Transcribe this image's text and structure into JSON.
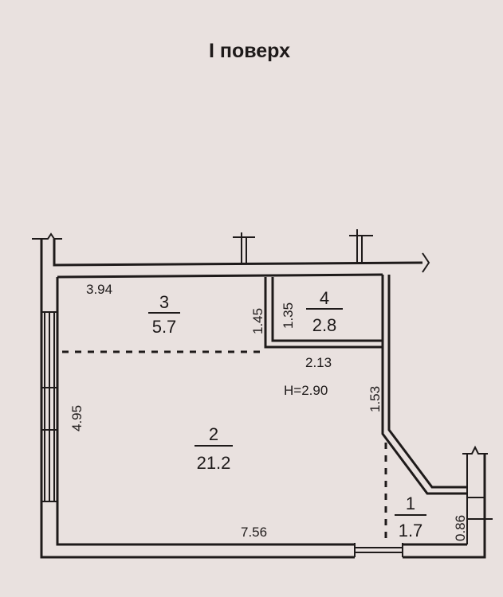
{
  "title": "I поверх",
  "ceiling_height": "H=2.90",
  "rooms": [
    {
      "number": "1",
      "area": "1.7"
    },
    {
      "number": "2",
      "area": "21.2"
    },
    {
      "number": "3",
      "area": "5.7"
    },
    {
      "number": "4",
      "area": "2.8"
    }
  ],
  "dimensions": {
    "room3_width": "3.94",
    "room3_height": "1.45",
    "room4_height": "1.35",
    "room4_width": "2.13",
    "left_height": "4.95",
    "right_segment": "1.53",
    "bottom_width": "7.56",
    "entry_depth": "0.86"
  }
}
